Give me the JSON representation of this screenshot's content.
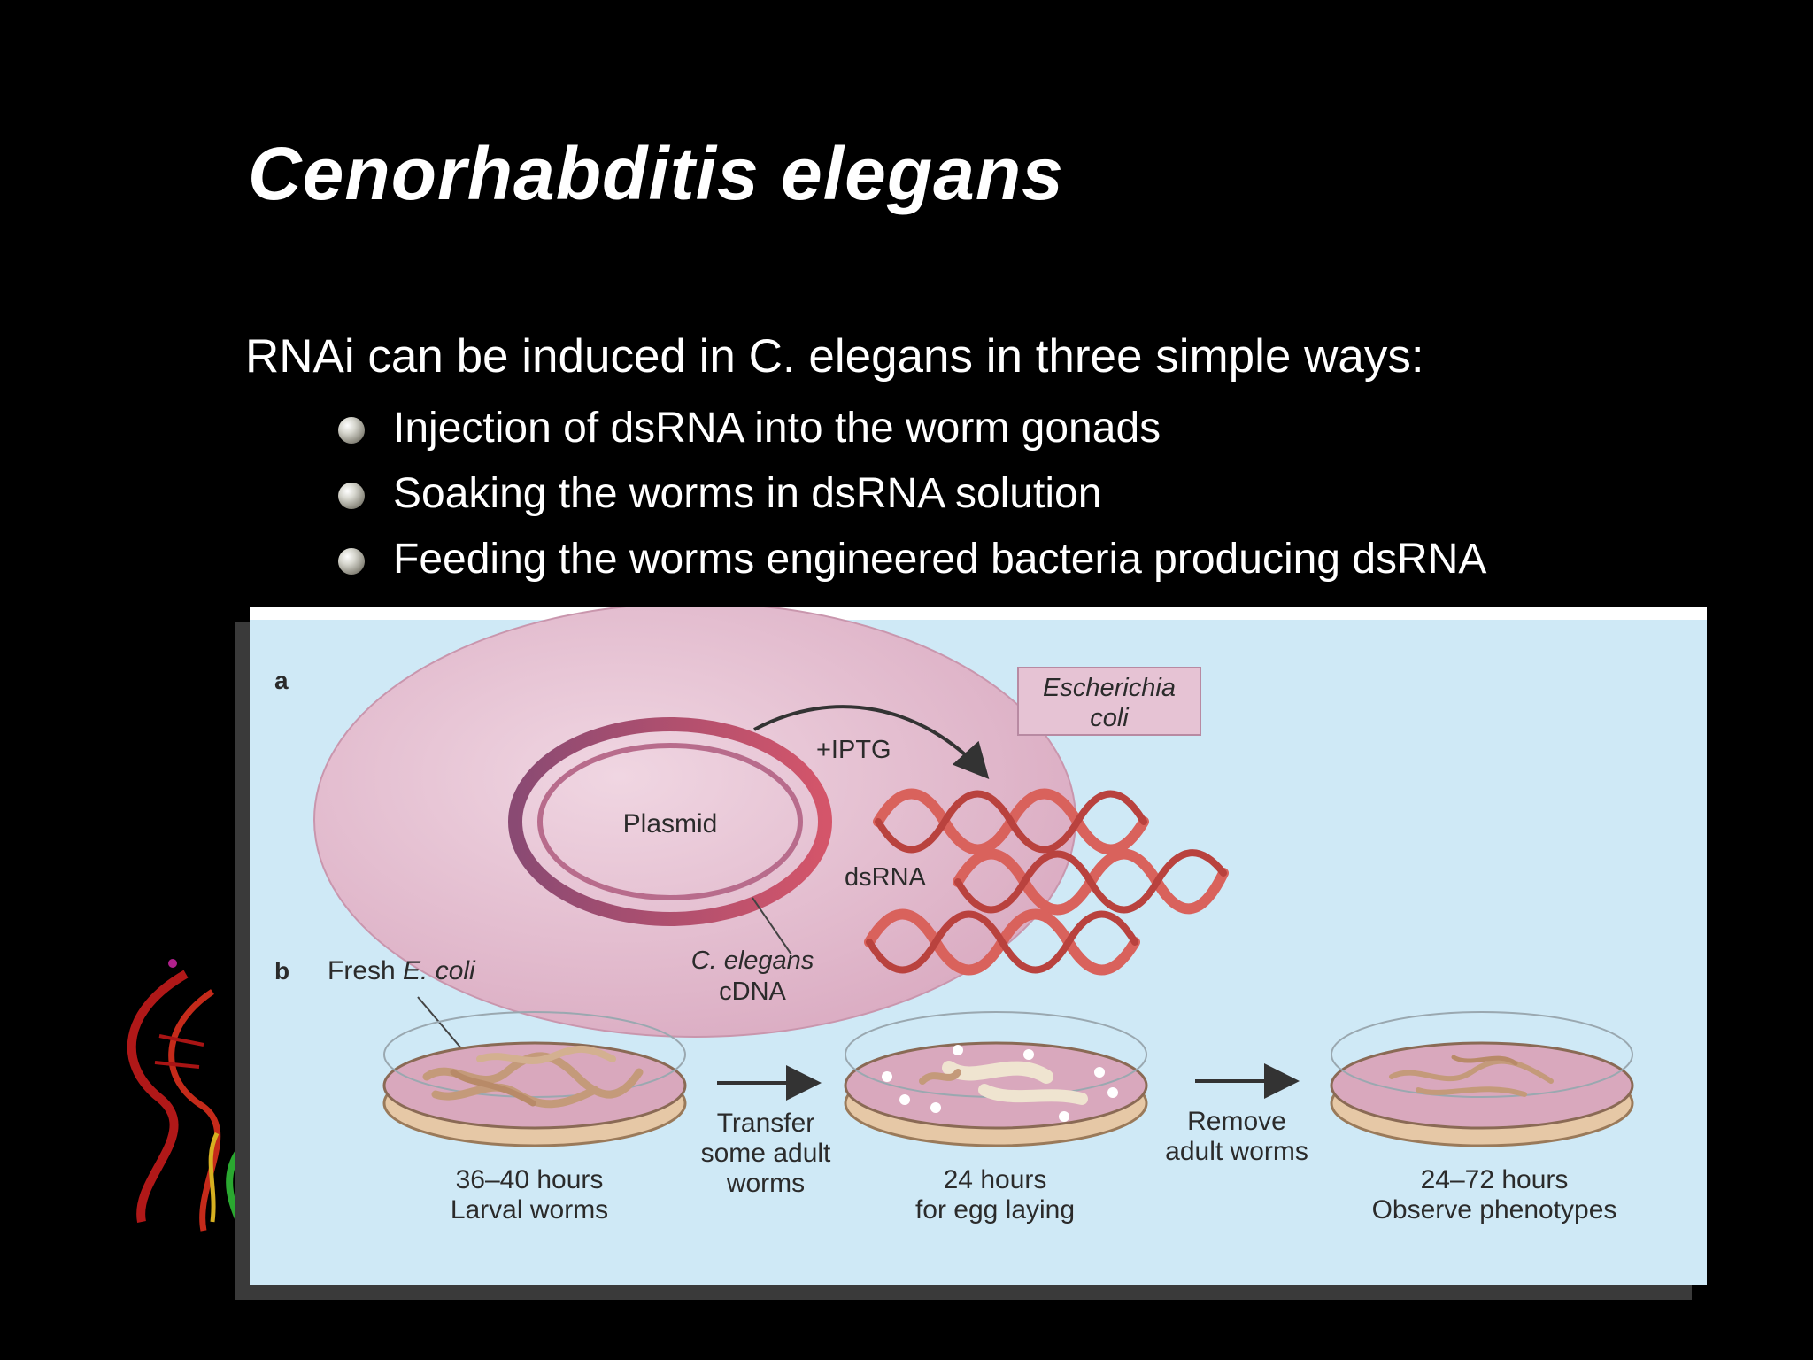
{
  "slide": {
    "title": "Cenorhabditis elegans",
    "intro": "RNAi can be induced in C. elegans in three simple ways:",
    "bullets": [
      "Injection of dsRNA into the worm gonads",
      "Soaking the worms in dsRNA solution",
      "Feeding the worms engineered bacteria producing dsRNA"
    ]
  },
  "figure": {
    "panel_a": "a",
    "panel_b": "b",
    "ecoli_box": [
      "Escherichia",
      "coli"
    ],
    "iptg": "+IPTG",
    "plasmid": "Plasmid",
    "dsrna": "dsRNA",
    "cdna": [
      "C. elegans",
      "cDNA"
    ],
    "fresh_prefix": "Fresh",
    "fresh_ecoli": "E. coli",
    "step1": [
      "36–40 hours",
      "Larval worms"
    ],
    "transfer": [
      "Transfer",
      "some adult",
      "worms"
    ],
    "step2": [
      "24 hours",
      "for egg laying"
    ],
    "remove": [
      "Remove",
      "adult worms"
    ],
    "step3": [
      "24–72 hours",
      "Observe phenotypes"
    ],
    "colors": {
      "background": "#cfe9f6",
      "cell": "#e7c2d3",
      "dsrna": "#d9625c",
      "plasmid_outer": "#b65b73",
      "dish_media": "#d9a8bd"
    }
  }
}
